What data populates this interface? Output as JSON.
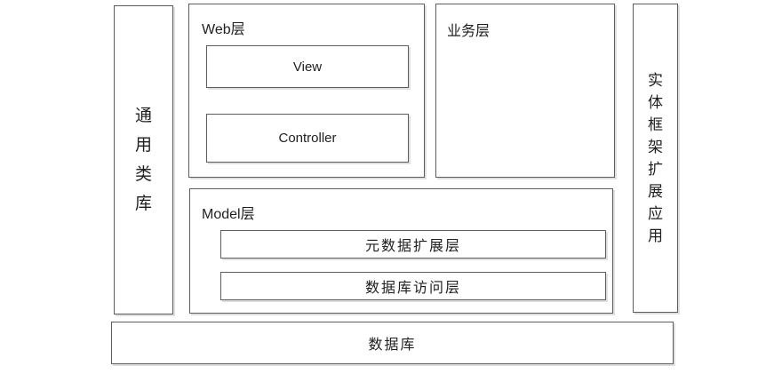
{
  "diagram": {
    "left_bar": {
      "label": "通用类库"
    },
    "web_layer": {
      "title": "Web层",
      "children": [
        {
          "label": "View"
        },
        {
          "label": "Controller"
        }
      ]
    },
    "business_layer": {
      "title": "业务层"
    },
    "right_bar": {
      "label": "实体框架扩展应用"
    },
    "model_layer": {
      "title": "Model层",
      "children": [
        {
          "label": "元数据扩展层"
        },
        {
          "label": "数据库访问层"
        }
      ]
    },
    "database": {
      "label": "数据库"
    },
    "colors": {
      "background": "#ffffff",
      "border": "#5c5c5c",
      "shadow": "#d9d9d9",
      "text": "#1f1f1f"
    }
  }
}
